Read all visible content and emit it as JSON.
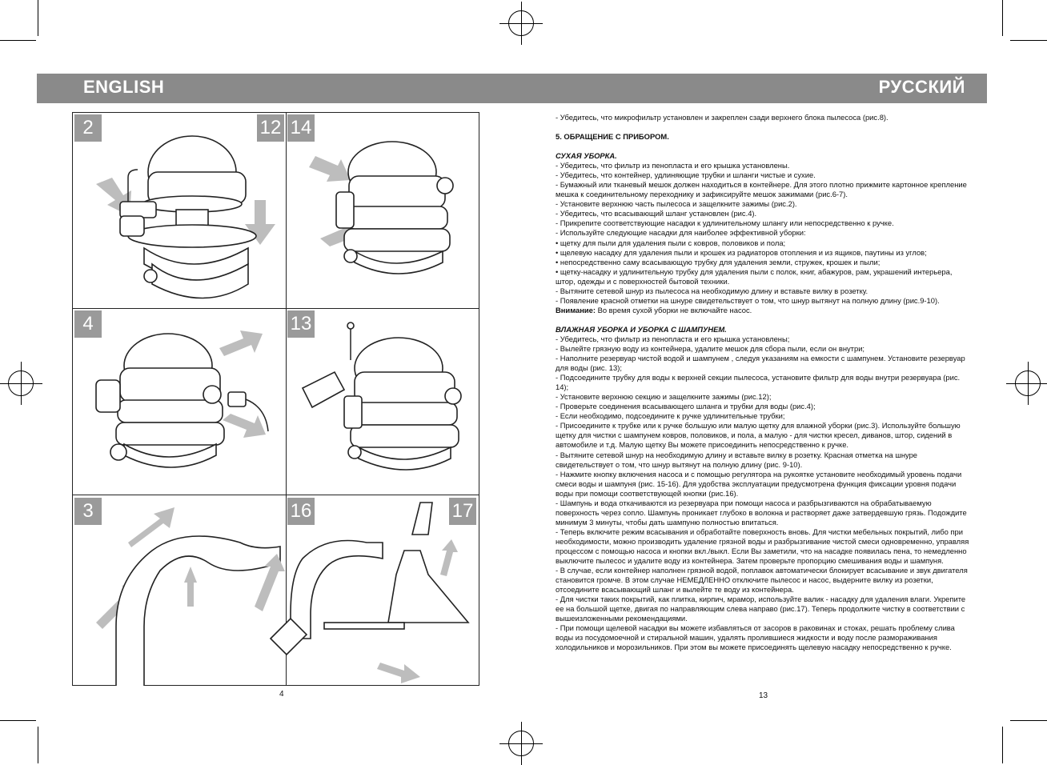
{
  "header": {
    "left": "ENGLISH",
    "right": "РУССКИЙ"
  },
  "figures": [
    "2",
    "12",
    "14",
    "4",
    "13",
    "3",
    "16",
    "17"
  ],
  "page_left": "4",
  "page_right": "13",
  "text": {
    "l1": "- Убедитесь, что микрофильтр установлен и закреплен сзади верхнего блока пылесоса (рис.8).",
    "h5": "5. ОБРАЩЕНИЕ С ПРИБОРОМ.",
    "dry": "СУХАЯ УБОРКА.",
    "d": [
      "- Убедитесь, что фильтр из пенопласта и его крышка установлены.",
      "- Убедитесь, что контейнер, удлиняющие трубки и шланги чистые и сухие.",
      "- Бумажный или тканевый мешок должен находиться в контейнере. Для этого плотно прижмите картонное крепление мешка к соединительному переходнику и зафиксируйте мешок зажимами (рис.6-7).",
      "- Установите верхнюю часть пылесоса и защелкните зажимы (рис.2).",
      "- Убедитесь, что всасывающий шланг установлен (рис.4).",
      "- Прикрепите соответствующие насадки к удлинительному шлангу или непосредственно к ручке.",
      "- Используйте следующие насадки для наиболее эффективной уборки:",
      "• щетку для пыли для удаления пыли с ковров, половиков и пола;",
      "• щелевую насадку для удаления пыли и крошек из радиаторов отопления и из ящиков, паутины из углов;",
      "• непосредственно саму всасывающую трубку для удаления земли, стружек, крошек и пыли;",
      "• щетку-насадку и удлинительную трубку для удаления пыли с полок, книг, абажуров, рам, украшений интерьера, штор, одежды и с поверхностей бытовой техники.",
      "- Вытяните сетевой шнур из пылесоса на необходимую длину и вставьте вилку в розетку.",
      "- Появление красной отметки на шнуре свидетельствует о том, что шнур вытянут на полную длину (рис.9-10)."
    ],
    "attn_label": "Внимание:",
    "attn_text": " Во время сухой уборки не включайте насос.",
    "wet": "ВЛАЖНАЯ УБОРКА И УБОРКА С ШАМПУНЕМ.",
    "w": [
      "- Убедитесь, что фильтр из пенопласта и его крышка установлены;",
      "- Вылейте грязную воду из контейнера, удалите мешок для сбора пыли, если он внутри;",
      "- Наполните резервуар чистой водой и шампунем , следуя указаниям на емкости с шампунем. Установите резервуар для воды (рис. 13);",
      "- Подсоедините трубку для воды к верхней секции пылесоса, установите фильтр для воды внутри резервуара (рис. 14);",
      "- Установите верхнюю секцию и защелкните зажимы (рис.12);",
      "- Проверьте соединения всасывающего шланга и трубки для воды (рис.4);",
      "- Если необходимо, подсоедините к ручке удлинительные трубки;",
      "- Присоедините к трубке или к ручке большую или малую щетку для влажной уборки (рис.3). Используйте большую щетку для чистки с шампунем ковров, половиков, и пола, а малую - для чистки кресел, диванов, штор, сидений в автомобиле и т.д. Малую щетку Вы можете присоединить непосредственно к ручке.",
      "- Вытяните сетевой шнур на необходимую длину и вставьте вилку в розетку. Красная отметка на шнуре свидетельствует о том, что шнур вытянут на полную длину (рис. 9-10).",
      "- Нажмите кнопку включения насоса и с помощью регулятора на рукоятке установите необходимый уровень подачи смеси воды и шампуня (рис. 15-16). Для удобства эксплуатации предусмотрена функция фиксации уровня подачи воды при помощи соответствующей кнопки (рис.16).",
      "- Шампунь и вода откачиваются из резервуара при помощи насоса и разбрызгиваются на обрабатываемую поверхность через сопло. Шампунь проникает глубоко в волокна и растворяет даже затвердевшую грязь. Подождите минимум 3 минуты, чтобы дать шампуню полностью впитаться.",
      "- Теперь включите режим всасывания и обработайте поверхность вновь. Для чистки мебельных покрытий, либо при необходимости, можно производить удаление грязной воды и разбрызгивание чистой смеси одновременно, управляя процессом с помощью насоса и кнопки вкл./выкл. Если Вы заметили, что на насадке появилась пена, то немедленно выключите пылесос и удалите воду из контейнера. Затем проверьте пропорцию смешивания воды и шампуня.",
      "- В случае, если контейнер наполнен грязной водой, поплавок автоматически блокирует всасывание и звук двигателя становится громче. В этом случае НЕМЕДЛЕННО отключите пылесос и насос, выдерните вилку из розетки, отсоедините всасывающий шланг и вылейте те воду из контейнера.",
      "- Для чистки таких покрытий, как плитка, кирпич, мрамор, используйте валик - насадку для удаления влаги. Укрепите ее на большой щетке, двигая по направляющим слева направо (рис.17). Теперь продолжите чистку в соответствии с вышеизложенными рекомендациями.",
      "- При помощи щелевой насадки вы можете избавляться от засоров в раковинах и стоках, решать проблему слива воды из посудомоечной и стиральной машин, удалять пролившиеся жидкости и воду после размораживания холодильников и морозильников. При этом вы можете присоединять щелевую насадку непосредственно к ручке."
    ]
  }
}
